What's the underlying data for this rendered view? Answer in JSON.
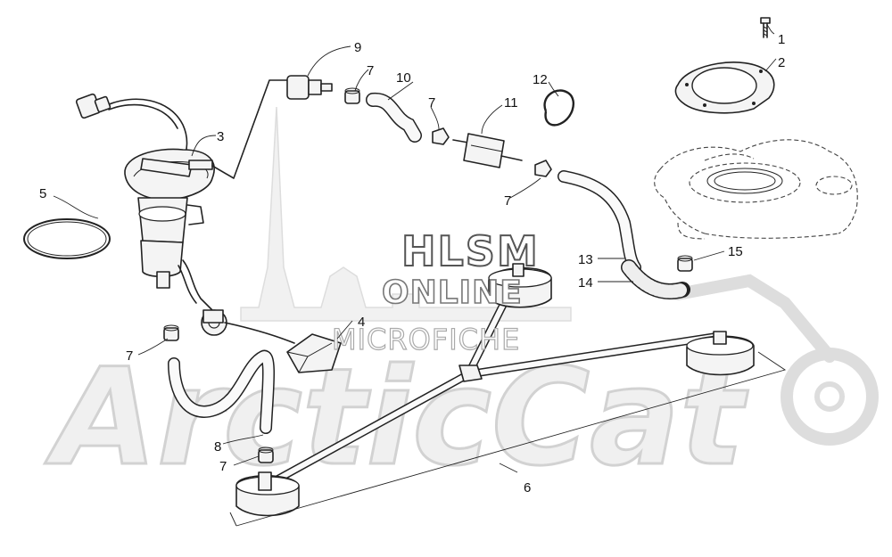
{
  "watermark": {
    "line1": "HLSM",
    "line2": "ONLINE",
    "line3": "MICROFICHE",
    "brand": "ArcticCat"
  },
  "callouts": [
    {
      "id": "c1",
      "label": "1"
    },
    {
      "id": "c2",
      "label": "2"
    },
    {
      "id": "c3",
      "label": "3"
    },
    {
      "id": "c4",
      "label": "4"
    },
    {
      "id": "c5",
      "label": "5"
    },
    {
      "id": "c6",
      "label": "6"
    },
    {
      "id": "c7a",
      "label": "7"
    },
    {
      "id": "c7b",
      "label": "7"
    },
    {
      "id": "c7c",
      "label": "7"
    },
    {
      "id": "c7d",
      "label": "7"
    },
    {
      "id": "c7e",
      "label": "7"
    },
    {
      "id": "c8",
      "label": "8"
    },
    {
      "id": "c9",
      "label": "9"
    },
    {
      "id": "c10",
      "label": "10"
    },
    {
      "id": "c11",
      "label": "11"
    },
    {
      "id": "c12",
      "label": "12"
    },
    {
      "id": "c13",
      "label": "13"
    },
    {
      "id": "c14",
      "label": "14"
    },
    {
      "id": "c15",
      "label": "15"
    }
  ]
}
